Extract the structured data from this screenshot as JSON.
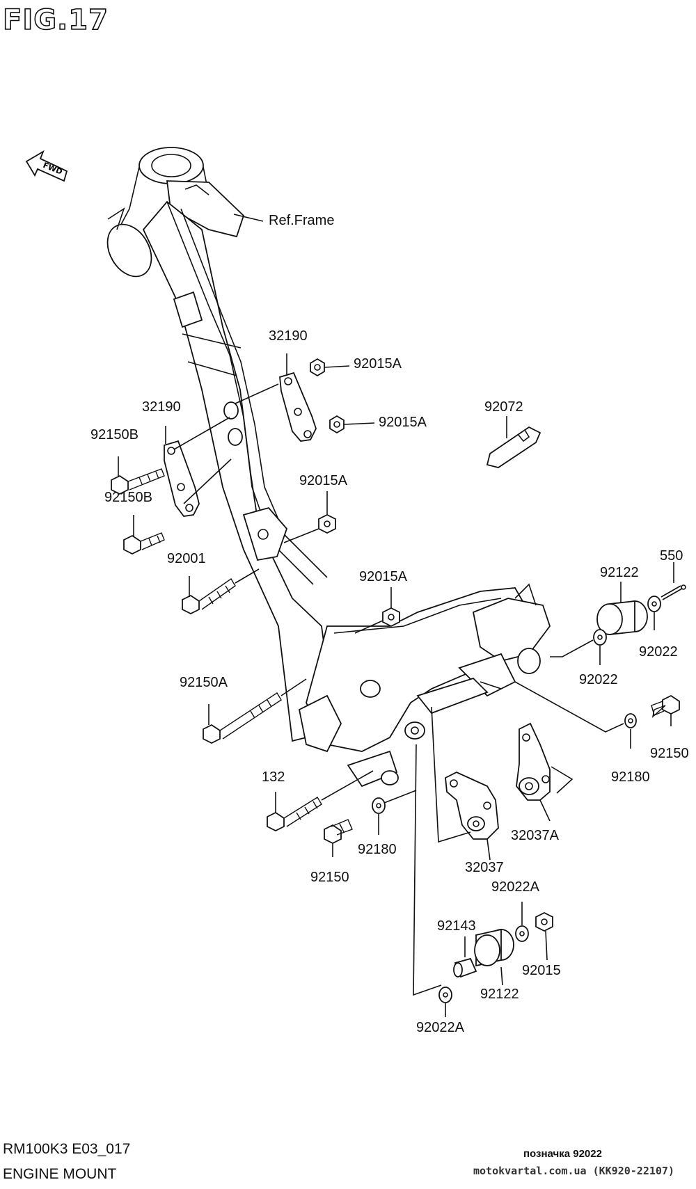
{
  "figure": {
    "title": "FIG.17",
    "fwd_icon": "fwd-arrow-icon"
  },
  "ref_label": "Ref.Frame",
  "parts": {
    "p32190_upper": "32190",
    "p32190_lower": "32190",
    "p92015A_1": "92015A",
    "p92015A_2": "92015A",
    "p92015A_3": "92015A",
    "p92015A_4": "92015A",
    "p92072": "92072",
    "p92150B_1": "92150B",
    "p92150B_2": "92150B",
    "p92001": "92001",
    "p92122_upper": "92122",
    "p550": "550",
    "p92022_a": "92022",
    "p92022_b": "92022",
    "p92150A": "92150A",
    "p92150_right": "92150",
    "p92180_right": "92180",
    "p132": "132",
    "p32037A": "32037A",
    "p92180_lower": "92180",
    "p92150_lower": "92150",
    "p32037": "32037",
    "p92022A_upper": "92022A",
    "p92143": "92143",
    "p92015": "92015",
    "p92122_lower": "92122",
    "p92022A_lower": "92022A"
  },
  "footer": {
    "code": "RM100K3 E03_017",
    "title": "ENGINE MOUNT",
    "note": "позначка 92022",
    "site": "motokvartal.com.ua (KK920-22107)"
  }
}
